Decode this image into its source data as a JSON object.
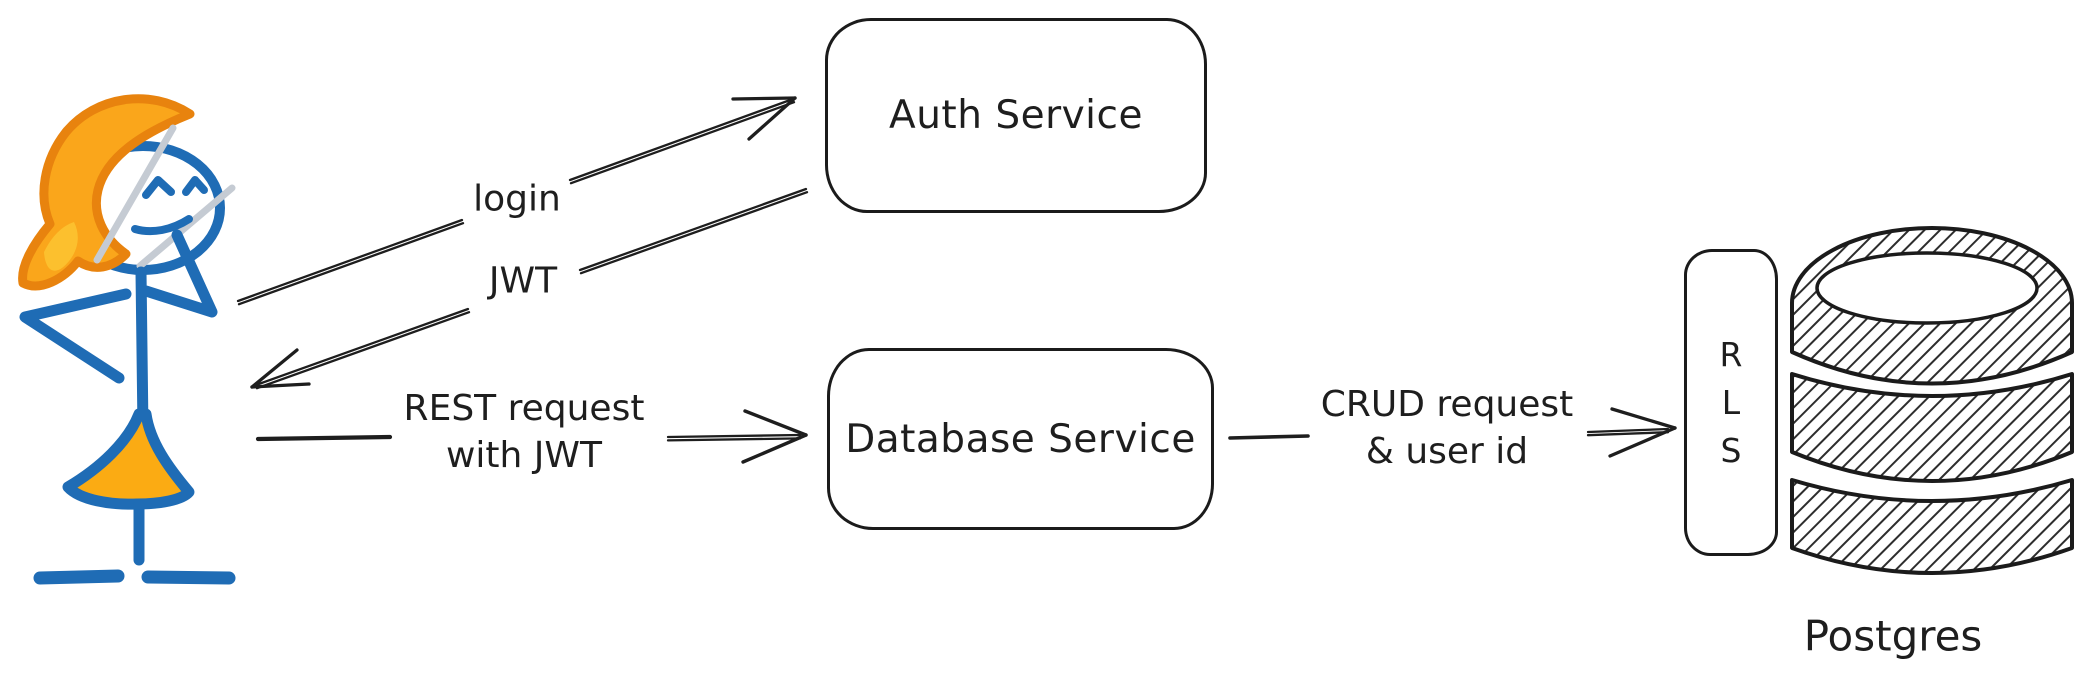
{
  "diagram_type": "hand-drawn architecture sketch",
  "nodes": {
    "auth_service": {
      "label": "Auth Service"
    },
    "database_service": {
      "label": "Database Service"
    },
    "rls": {
      "letters": [
        "R",
        "L",
        "S"
      ]
    },
    "postgres": {
      "label": "Postgres"
    }
  },
  "edges": {
    "login": {
      "from": "user",
      "to": "auth_service",
      "label": "login"
    },
    "jwt": {
      "from": "auth_service",
      "to": "user",
      "label": "JWT"
    },
    "rest": {
      "from": "user",
      "to": "database_service",
      "label_line1": "REST request",
      "label_line2": "with JWT"
    },
    "crud": {
      "from": "database_service",
      "to": "rls",
      "label_line1": "CRUD request",
      "label_line2": "& user id"
    }
  },
  "icons": {
    "actor": "stick-figure-user",
    "database": "postgres-db-cylinder"
  },
  "colors": {
    "ink": "#1e1e1e",
    "figure_blue": "#1f6cb5",
    "hair_orange_stroke": "#e8830e",
    "hair_orange_fill": "#faa61b",
    "hair_orange_light": "#fcc02e",
    "skirt_yellow": "#fbab13",
    "sketch_gray": "#c5cbd3",
    "background": "#ffffff"
  }
}
